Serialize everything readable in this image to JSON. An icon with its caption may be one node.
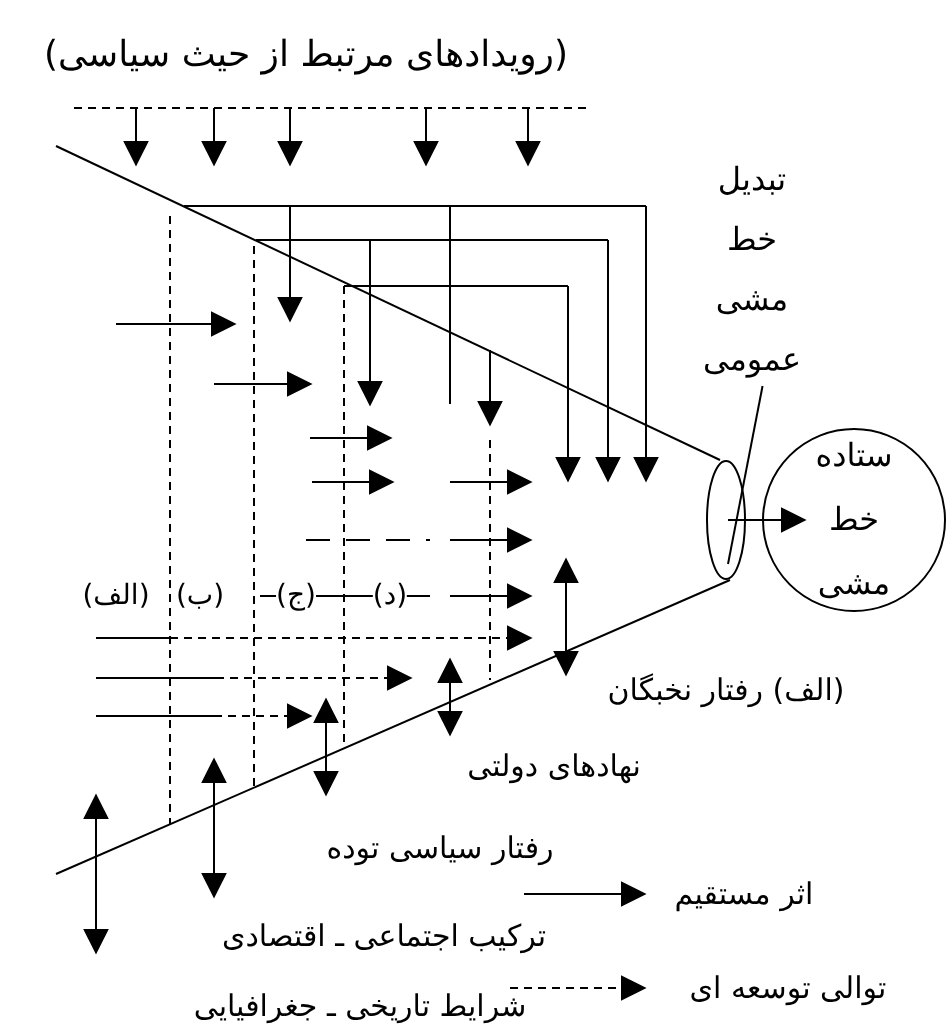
{
  "diagram": {
    "title": "(رویدادهای مرتبط از حیث سیاسی)",
    "nodes": [
      {
        "text": [
          "تبدیل خط مشی عمومی"
        ]
      },
      {
        "text": [],
        "shape": "ellipse"
      },
      {
        "text": [
          "ستاده خط مشی"
        ]
      }
    ],
    "edges": [
      {
        "from": 0,
        "to": 1,
        "arrow": "none"
      },
      {
        "from": 1,
        "to": 2,
        "arrow": "to"
      }
    ],
    "labels": [
      "(الف)",
      "(ب)",
      "(ج)",
      "(د)",
      "(الف) رفتار نخبگان",
      "نهادهای دولتی",
      "رفتار سیاسی توده",
      "ترکیب اجتماعی ـ اقتصادی",
      "شرایط تاریخی ـ جغرافیایی"
    ],
    "legend": [
      {
        "text": "اثر مستقیم"
      },
      {
        "text": "توالی توسعه ای"
      }
    ]
  }
}
